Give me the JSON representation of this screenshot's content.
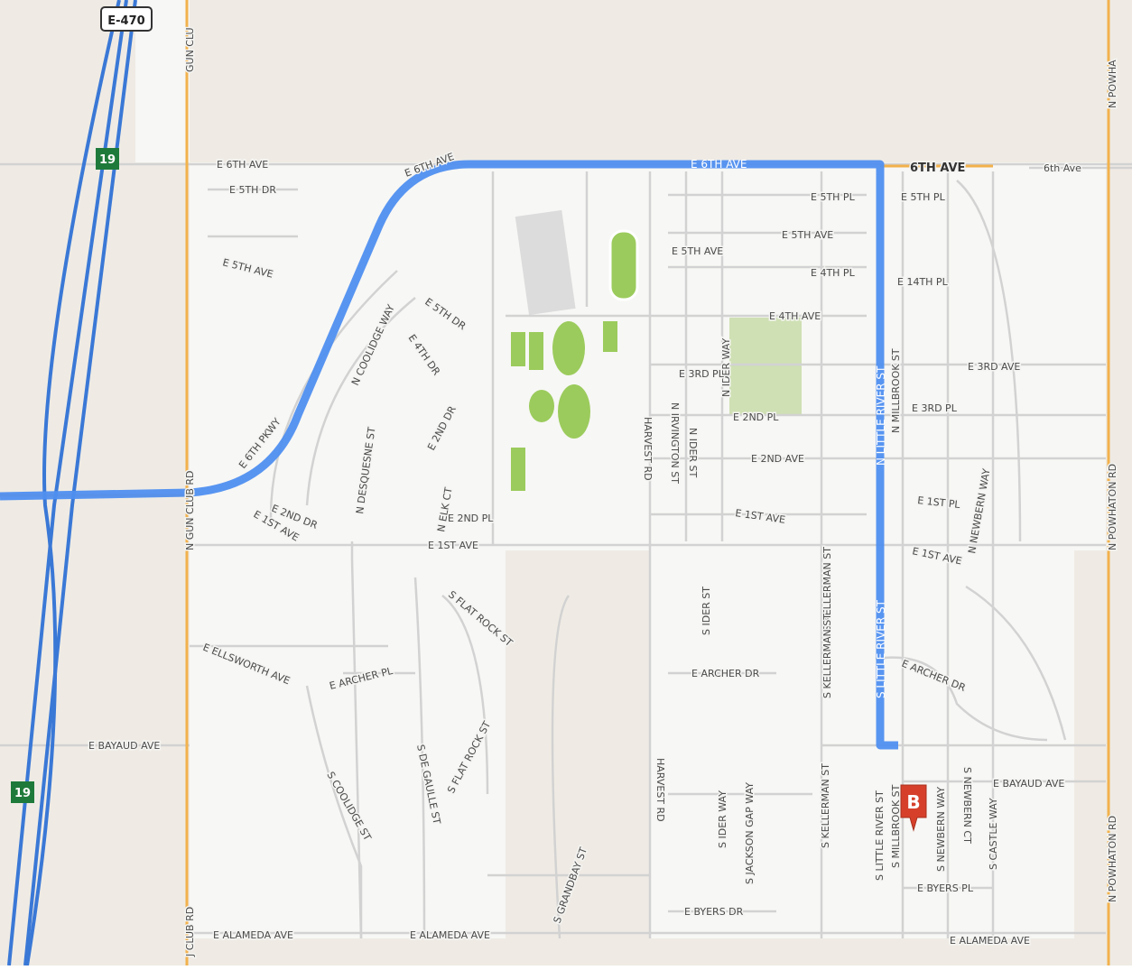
{
  "map": {
    "colors": {
      "land": "#efebe4",
      "neighborhood": "#f7f7f5",
      "street": "#d0d0d0",
      "arterial": "#f2b24c",
      "highway": "#3a78d6",
      "route": "#4f8ff0",
      "park": "#9bcb5c",
      "marker": "#d6402b"
    },
    "shields": {
      "e470": "E-470",
      "hwy19_top": "19",
      "hwy19_bottom": "19"
    },
    "marker": {
      "label": "B"
    },
    "streets": {
      "gun_club_top": "GUN CLU",
      "gun_club_mid": "N GUN CLUB RD",
      "gun_club_bottom": "J CLUB RD",
      "powhaton_top": "N POWHA",
      "powhaton_mid": "N POWHATON RD",
      "powhaton_low": "N POWHATON RD",
      "e6th_left": "E 6TH AVE",
      "e6th_diag": "E 6TH AVE",
      "e6th_route": "E 6TH AVE",
      "sixth_ave_bold": "6TH AVE",
      "sixth_ave_right": "6th Ave",
      "e5th_dr": "E 5TH DR",
      "e5th_ave_left": "E 5TH AVE",
      "e6th_pkwy": "E 6TH PKWY",
      "n_coolidge": "N COOLIDGE WAY",
      "e5th_dr_2": "E 5TH DR",
      "e4th_dr": "E 4TH DR",
      "n_desquesne": "N DESQUESNE ST",
      "e2nd_dr_diag": "E 2ND DR",
      "n_elk": "N ELK CT",
      "e2nd_dr_low": "E 2ND DR",
      "e2nd_pl": "E 2ND PL",
      "e1st_ave_left": "E 1ST AVE",
      "e1st_ave_mid": "E 1ST AVE",
      "e5th_ave_mid": "E 5TH AVE",
      "e5th_pl": "E 5TH PL",
      "e5th_ave_r": "E 5TH AVE",
      "e4th_pl": "E 4TH PL",
      "e4th_ave": "E 4TH AVE",
      "n_ider_way": "N IDER WAY",
      "e3rd_pl": "E 3RD PL",
      "n_irvington": "N IRVINGTON ST",
      "harvest_top": "HARVEST RD",
      "n_ider_st": "N IDER ST",
      "e2nd_pl_r": "E 2ND PL",
      "e2nd_ave": "E 2ND AVE",
      "e1st_ave_r": "E 1ST AVE",
      "n_little_river": "N LITTLE RIVER ST",
      "e5th_pl_r": "E 5TH PL",
      "e14th_pl": "E 14TH PL",
      "n_millbrook": "N MILLBROOK ST",
      "e3rd_ave": "E 3RD AVE",
      "e3rd_pl_r": "E 3RD PL",
      "n_newbern": "N NEWBERN WAY",
      "e1st_pl": "E 1ST PL",
      "e1st_ave_rr": "E 1ST AVE",
      "s_flat_rock_top": "S FLAT ROCK ST",
      "s_flat_rock_low": "S FLAT ROCK ST",
      "e_ellsworth": "E ELLSWORTH AVE",
      "e_archer_pl": "E ARCHER PL",
      "e_bayaud_left": "E BAYAUD AVE",
      "s_coolidge": "S COOLIDGE ST",
      "s_de_gaulle": "S DE GAULLE ST",
      "s_grandbay": "S GRANDBAY ST",
      "s_ider_st": "S IDER ST",
      "e_archer_dr": "E ARCHER DR",
      "s_kellerman": "S KELLERMAN ST",
      "s_kellerman_2": "S KELLERMAN ST",
      "s_little_river": "S LITTLE RIVER ST",
      "e_archer_dr_r": "E ARCHER DR",
      "harvest_low": "HARVEST RD",
      "s_ider_way": "S IDER WAY",
      "s_jackson_gap": "S JACKSON GAP WAY",
      "s_kellerman_low": "S KELLERMAN ST",
      "s_little_river_low": "S LITTLE RIVER ST",
      "s_millbrook": "S MILLBROOK ST",
      "s_newbern_way": "S NEWBERN WAY",
      "s_newbern_ct": "S NEWBERN CT",
      "s_castle": "S CASTLE WAY",
      "e_bayaud_r": "E BAYAUD AVE",
      "e_byers_dr": "E BYERS DR",
      "e_byers_pl": "E BYERS PL",
      "e_alameda_1": "E ALAMEDA AVE",
      "e_alameda_2": "E ALAMEDA AVE",
      "e_alameda_3": "E ALAMEDA AVE"
    }
  }
}
